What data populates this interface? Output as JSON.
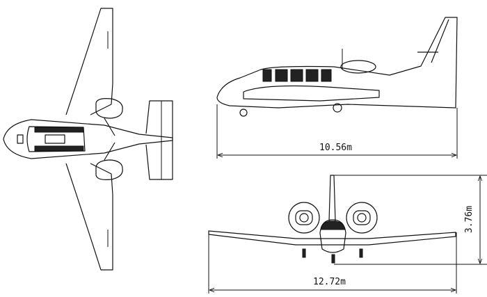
{
  "dimensions": {
    "length": "10.56m",
    "height": "3.76m",
    "wingspan": "12.72m"
  },
  "colors": {
    "line": "#111111",
    "background": "#ffffff"
  }
}
